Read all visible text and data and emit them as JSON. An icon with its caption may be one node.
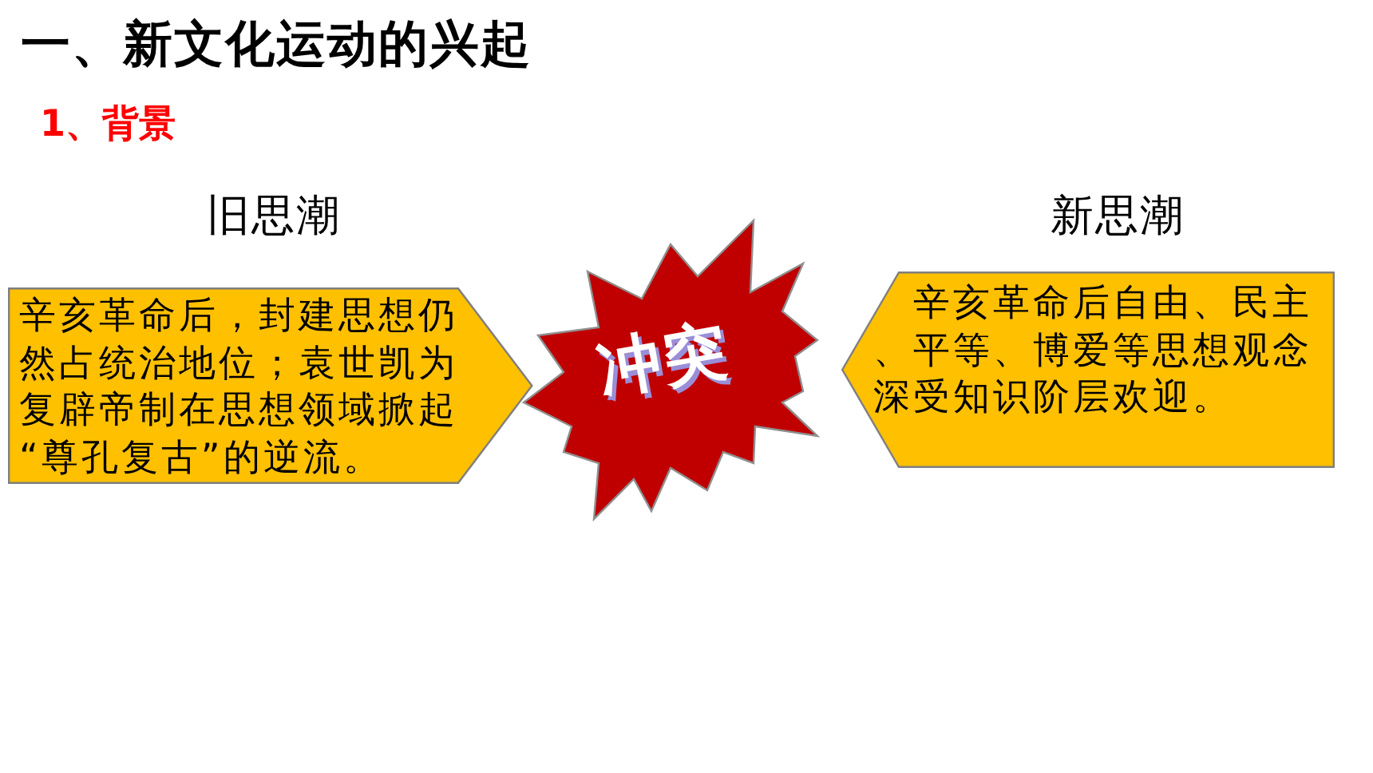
{
  "diagram": {
    "title": "一、新文化运动的兴起",
    "nodes": [
      {
        "text": [
          "旧思潮",
          "辛亥革命后，封建思想仍然占统治地位；袁世凯为复辟帝制在思想领域掀起“尊孔复古”的逆流。"
        ]
      },
      {
        "text": [
          "冲突"
        ]
      },
      {
        "text": [
          "新思潮",
          "辛亥革命后自由、民主、平等、博爱等思想观念深受知识阶层欢迎。"
        ]
      }
    ],
    "labels": [
      "1、背景"
    ]
  }
}
